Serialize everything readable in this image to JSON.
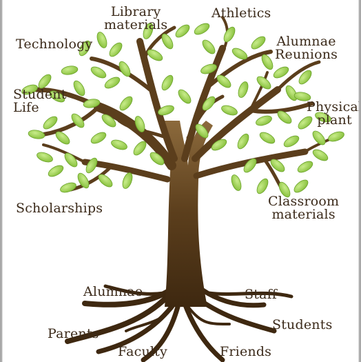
{
  "branches": {
    "library": [
      "Library",
      "materials"
    ],
    "athletics": "Athletics",
    "technology": "Technology",
    "alumnae_reunions": [
      "Alumnae",
      "Reunions"
    ],
    "student_life": [
      "Student",
      "Life"
    ],
    "physical_plant": [
      "Physical",
      "plant"
    ],
    "scholarships": "Scholarships",
    "classroom": [
      "Classroom",
      "materials"
    ]
  },
  "roots": {
    "alumnae": "Alumnae",
    "staff": "Staff",
    "parents": "Parents",
    "students": "Students",
    "faculty": "Faculty",
    "friends": "Friends"
  },
  "colors": {
    "trunk": "#4a3315",
    "leaf": "#8dc63f",
    "leaf_light": "#b9e07a",
    "text": "#3b2a1a"
  }
}
